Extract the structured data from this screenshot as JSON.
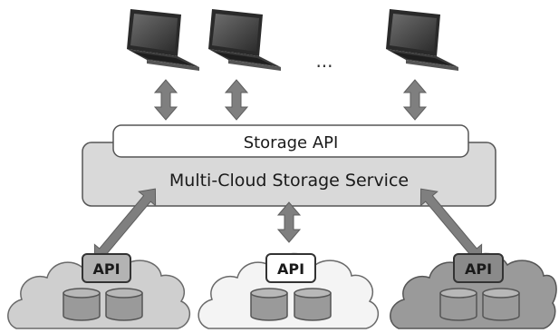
{
  "diagram": {
    "ellipsis": "...",
    "storage_api_label": "Storage API",
    "service_label": "Multi-Cloud Storage Service",
    "clouds": [
      {
        "api_label": "API",
        "style": "medium"
      },
      {
        "api_label": "API",
        "style": "light"
      },
      {
        "api_label": "API",
        "style": "dark"
      }
    ]
  },
  "colors": {
    "service_fill": "#d9d9d9",
    "box_stroke": "#555555",
    "arrow_fill": "#7f7f7f",
    "cloud_medium": "#cfcfcf",
    "cloud_light": "#f4f4f4",
    "cloud_dark": "#9a9a9a",
    "api_medium_fill": "#b3b3b3",
    "api_light_fill": "#ffffff",
    "api_dark_fill": "#8a8a8a",
    "db_fill": "#9a9a9a",
    "db_light_fill": "#b8b8b8"
  },
  "icons": [
    "laptop-icon",
    "double-arrow-icon",
    "cloud-icon",
    "database-icon"
  ]
}
